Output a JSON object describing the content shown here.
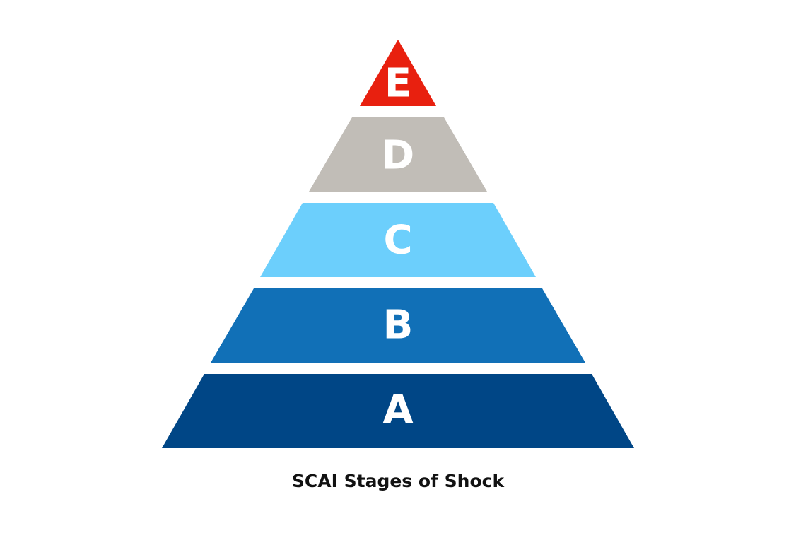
{
  "diagram": {
    "caption": "SCAI Stages of Shock",
    "stages": [
      {
        "letter": "E",
        "fill": "#e8200f",
        "text_color": "#ffffff"
      },
      {
        "letter": "D",
        "fill": "#c1bdb7",
        "text_color": "#ffffff"
      },
      {
        "letter": "C",
        "fill": "#6ccffc",
        "text_color": "#ffffff"
      },
      {
        "letter": "B",
        "fill": "#1170b7",
        "text_color": "#ffffff"
      },
      {
        "letter": "A",
        "fill": "#004686",
        "text_color": "#ffffff"
      }
    ]
  }
}
